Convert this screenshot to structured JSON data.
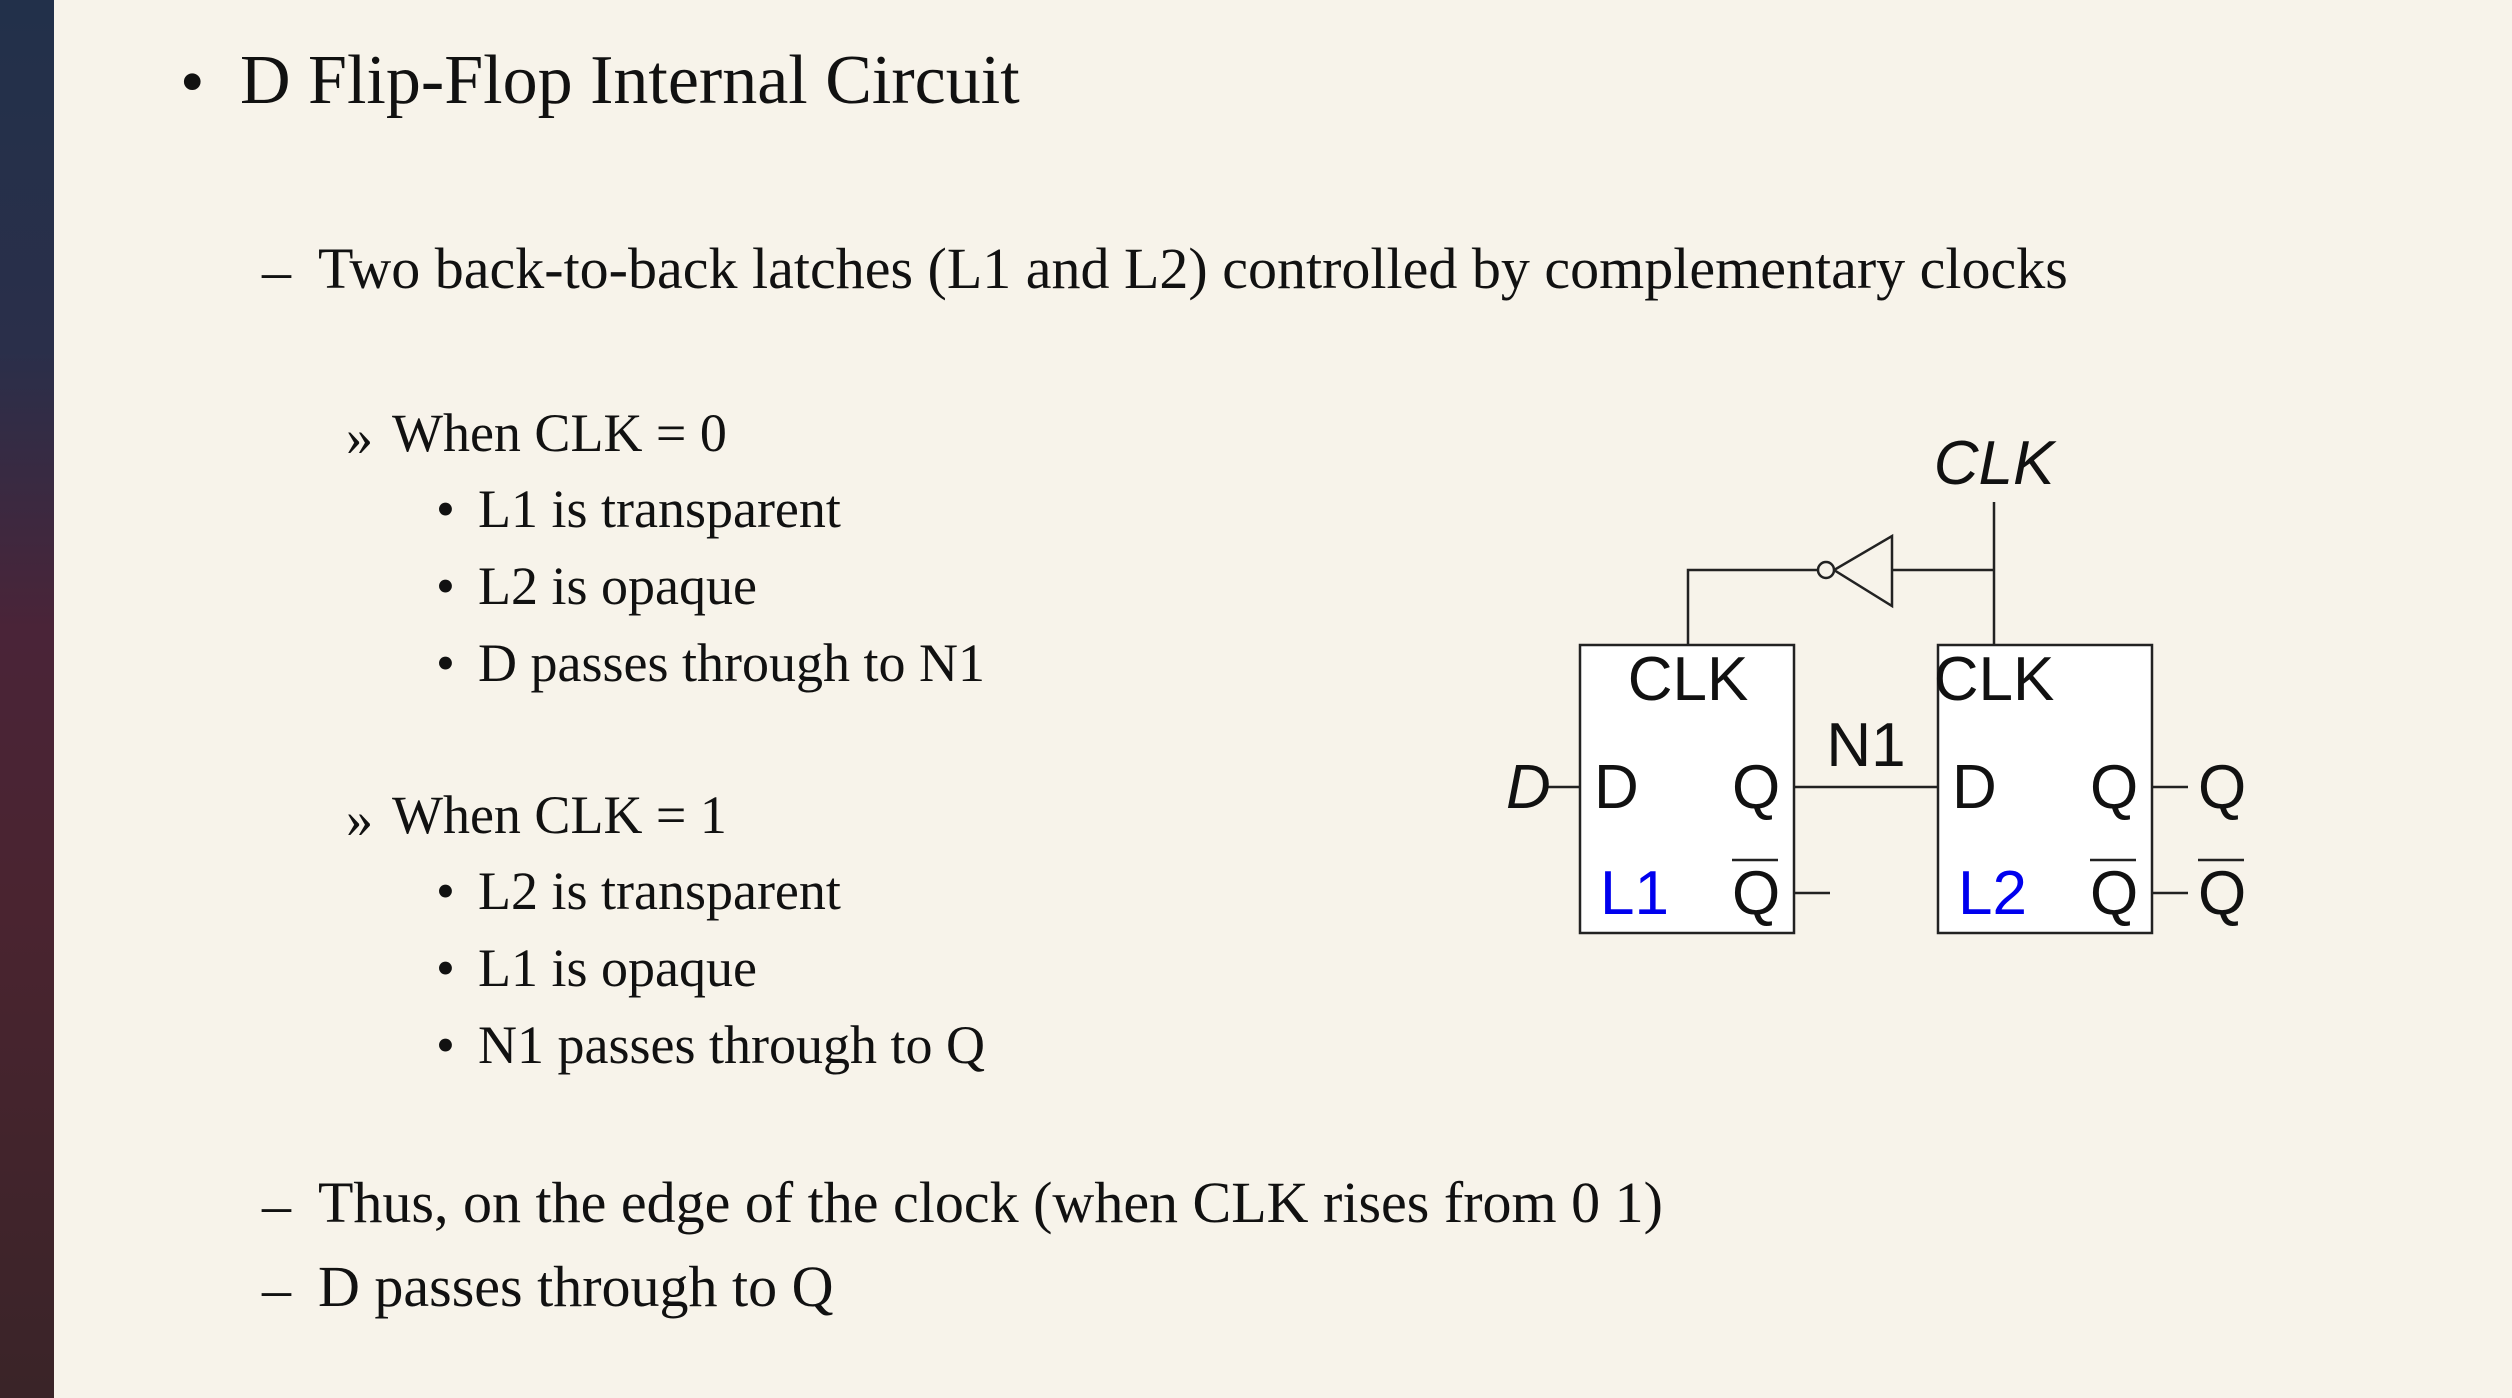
{
  "slide": {
    "title_bullet": "•",
    "title": "D Flip-Flop Internal Circuit",
    "dash": "–",
    "point1": "Two back-to-back latches (L1 and L2) controlled by complementary clocks",
    "sub_marker": "»",
    "case0": {
      "heading": "When CLK = 0",
      "items": [
        "L1 is transparent",
        "L2 is opaque",
        "D passes through to N1"
      ]
    },
    "case1": {
      "heading": "When CLK = 1",
      "items": [
        "L2 is transparent",
        "L1 is opaque",
        "N1 passes through to Q"
      ]
    },
    "point2": "Thus, on the edge of the clock (when CLK rises from 0   1)",
    "point3": "D passes through to Q"
  },
  "diagram": {
    "clk_input": "CLK",
    "d_input": "D",
    "node": "N1",
    "latch1": {
      "clk": "CLK",
      "d": "D",
      "q": "Q",
      "qbar": "Q",
      "name": "L1"
    },
    "latch2": {
      "clk": "CLK",
      "d": "D",
      "q": "Q",
      "qbar": "Q",
      "name": "L2"
    },
    "q_output": "Q",
    "qbar_output": "Q",
    "latch_name_color": "#0000ee"
  }
}
